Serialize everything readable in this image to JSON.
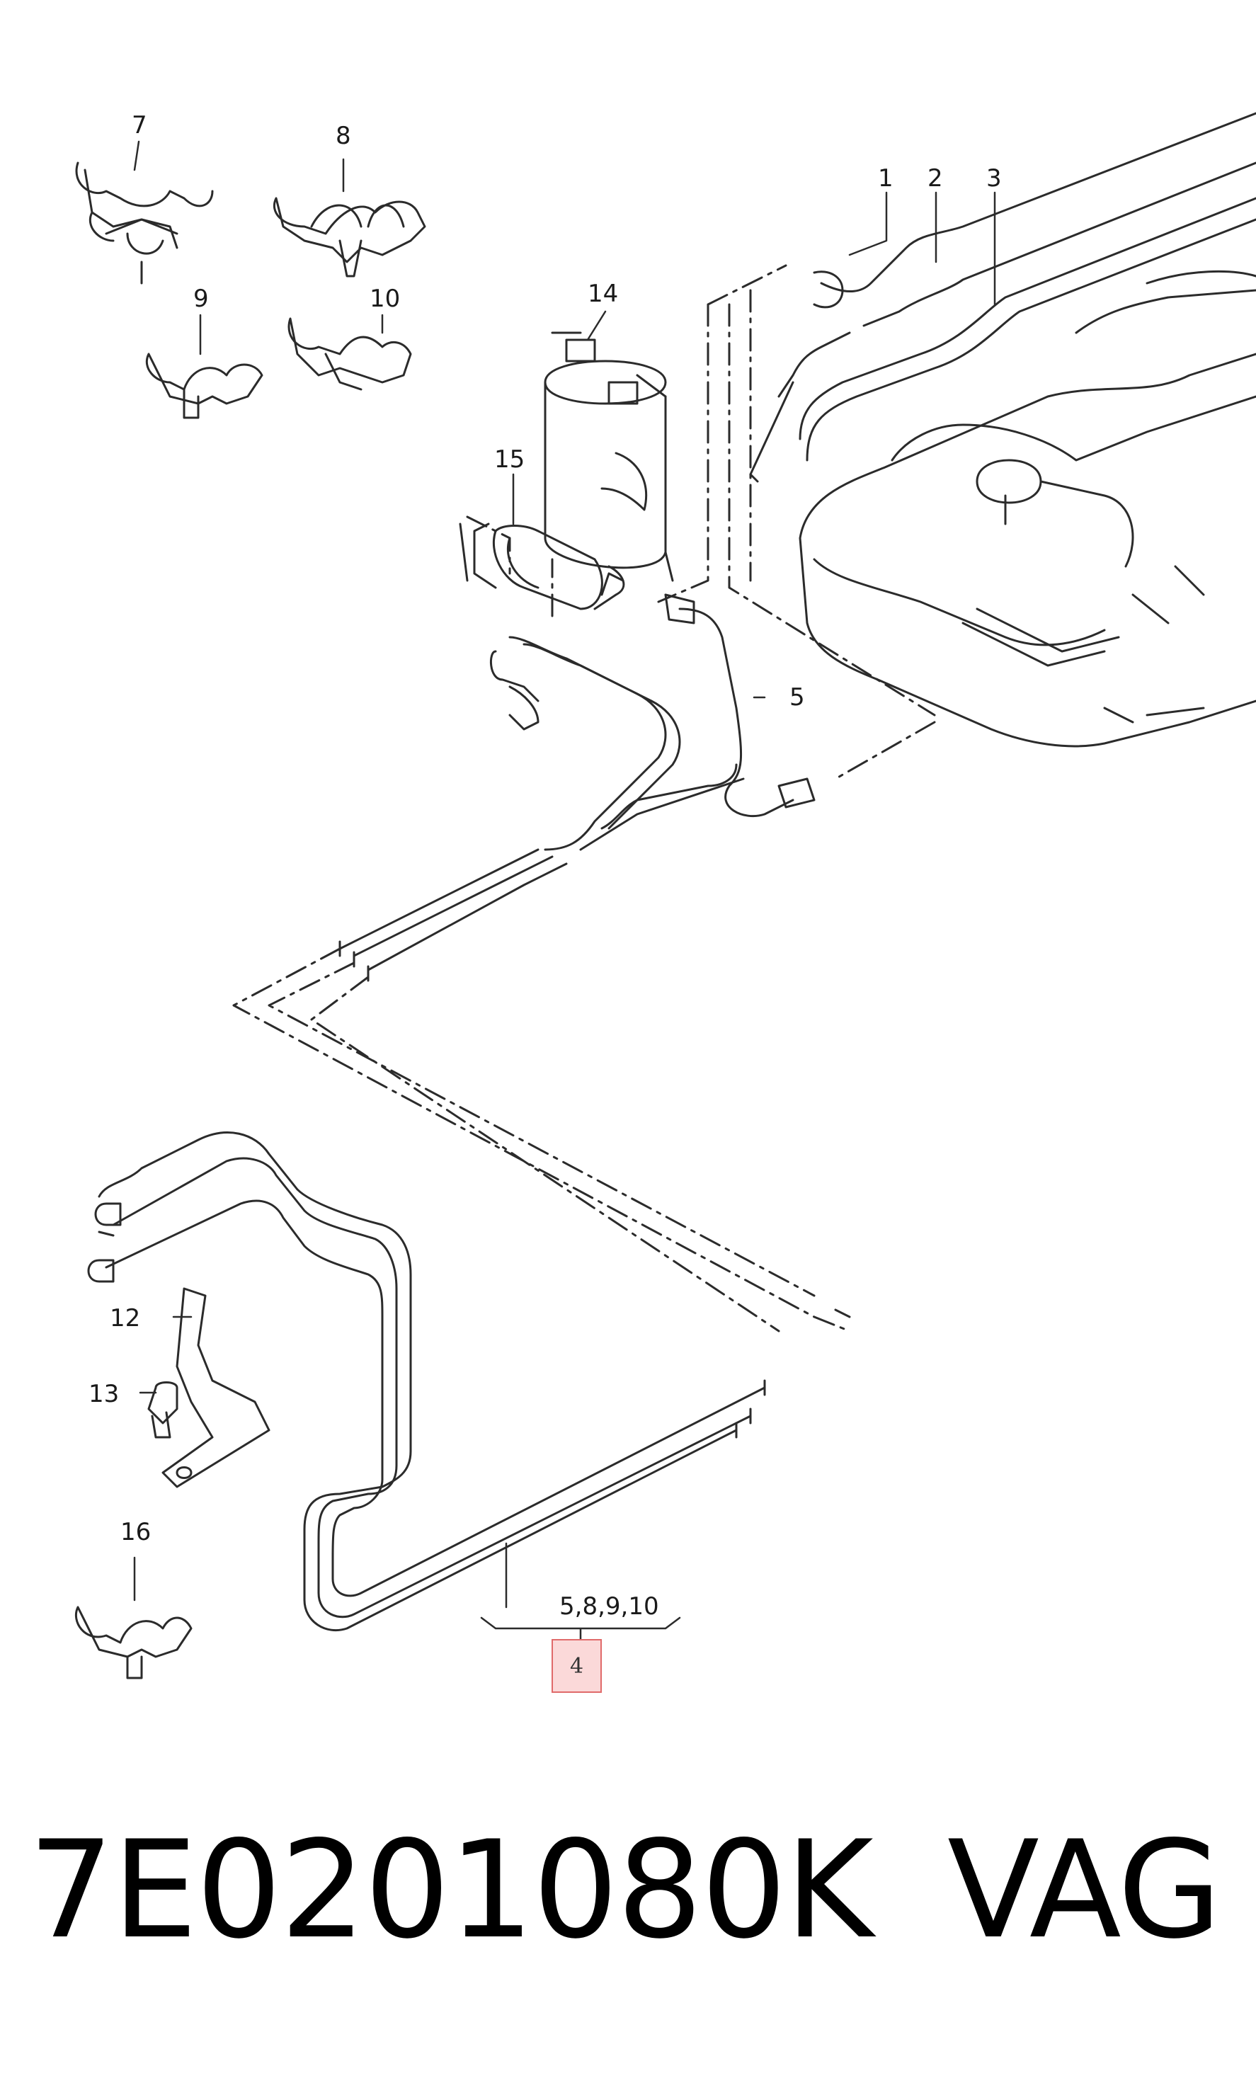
{
  "callouts": {
    "c1": "1",
    "c2": "2",
    "c3": "3",
    "c5": "5",
    "c7": "7",
    "c8": "8",
    "c9": "9",
    "c10": "10",
    "c12": "12",
    "c13": "13",
    "c14": "14",
    "c15": "15",
    "c16": "16",
    "group": "5,8,9,10",
    "highlight": "4"
  },
  "footer": {
    "part_number": "7E0201080K",
    "brand": "VAG"
  },
  "colors": {
    "line": "#2b2b2b",
    "highlight_fill": "#fbd9d9",
    "highlight_border": "#e06a6a"
  }
}
